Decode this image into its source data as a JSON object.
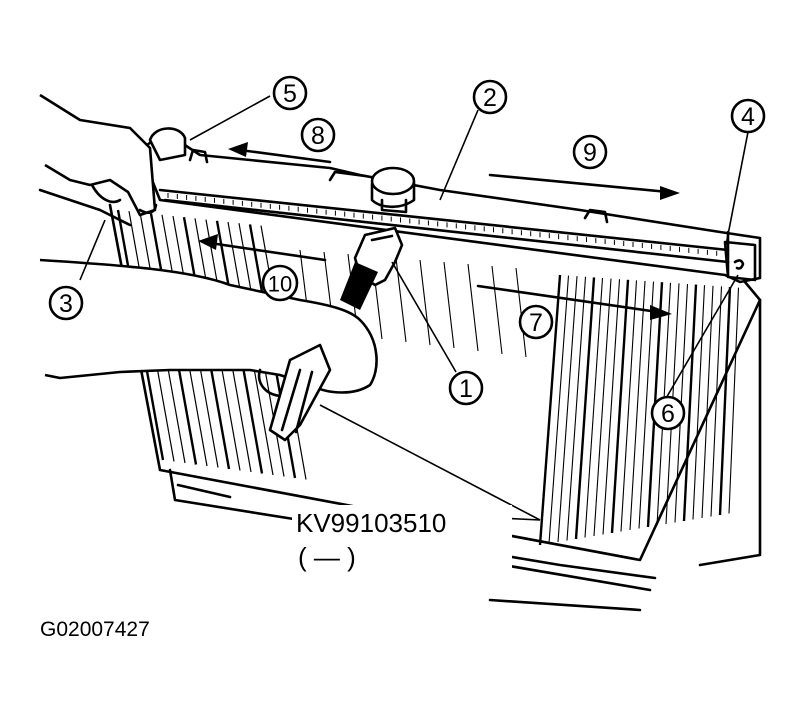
{
  "callouts": {
    "c1": "1",
    "c2": "2",
    "c3": "3",
    "c4": "4",
    "c5": "5",
    "c6": "6",
    "c7": "7",
    "c8": "8",
    "c9": "9",
    "c10": "10"
  },
  "tool": {
    "part_number": "KV99103510",
    "sub_label": "(    —    )"
  },
  "figure_ref": "G02007427"
}
